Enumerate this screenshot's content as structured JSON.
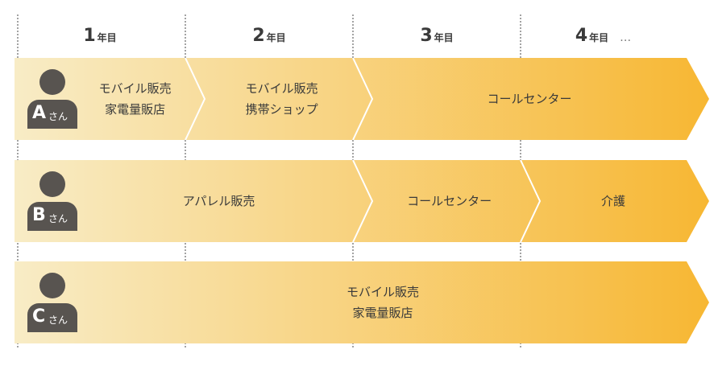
{
  "years": [
    {
      "num": "1",
      "unit": "年目"
    },
    {
      "num": "2",
      "unit": "年目"
    },
    {
      "num": "3",
      "unit": "年目"
    },
    {
      "num": "4",
      "unit": "年目",
      "more": "…"
    }
  ],
  "people": [
    {
      "letter": "A",
      "honorific": "さん",
      "segments": [
        {
          "lines": [
            "モバイル販売",
            "家電量販店"
          ],
          "start_year": 0,
          "end_year": 1
        },
        {
          "lines": [
            "モバイル販売",
            "携帯ショップ"
          ],
          "start_year": 1,
          "end_year": 2
        },
        {
          "lines": [
            "コールセンター"
          ],
          "start_year": 2,
          "end_year": 4
        }
      ]
    },
    {
      "letter": "B",
      "honorific": "さん",
      "segments": [
        {
          "lines": [
            "アパレル販売"
          ],
          "start_year": 0,
          "end_year": 2
        },
        {
          "lines": [
            "コールセンター"
          ],
          "start_year": 2,
          "end_year": 3
        },
        {
          "lines": [
            "介護"
          ],
          "start_year": 3,
          "end_year": 4
        }
      ]
    },
    {
      "letter": "C",
      "honorific": "さん",
      "segments": [
        {
          "lines": [
            "モバイル販売",
            "家電量販店"
          ],
          "start_year": 0,
          "end_year": 4
        }
      ]
    }
  ],
  "colors": {
    "gradient_start": "#f8ecc6",
    "gradient_end": "#f7b733",
    "divider": "#ffffff",
    "avatar": "#585450",
    "guide_line": "#666666"
  }
}
